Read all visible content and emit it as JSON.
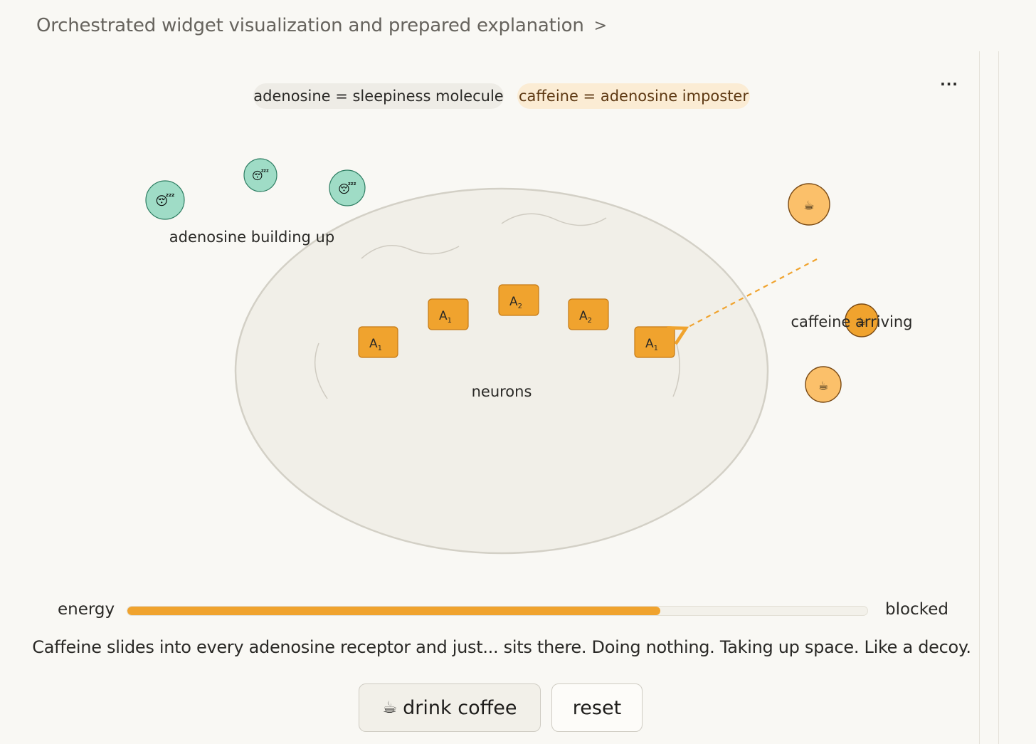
{
  "header": {
    "title": "Orchestrated widget visualization and prepared explanation",
    "chevron": ">"
  },
  "menu": {
    "label": "..."
  },
  "legend": {
    "adenosine": "adenosine = sleepiness molecule",
    "caffeine": "caffeine = adenosine imposter"
  },
  "scene": {
    "adenosine_label": "adenosine building up",
    "caffeine_label": "caffeine arriving",
    "neuron_label": "neurons",
    "receptors": [
      {
        "sub": "1",
        "letter": "A"
      },
      {
        "sub": "1",
        "letter": "A"
      },
      {
        "sub": "2",
        "letter": "A"
      },
      {
        "sub": "2",
        "letter": "A"
      },
      {
        "sub": "1",
        "letter": "A"
      }
    ],
    "adenosine_glyph": "😴",
    "caffeine_glyph": "☕",
    "colors": {
      "adenosine_fill": "#9fdcc6",
      "caffeine_fill": "#fbc06a",
      "receptor_fill": "#f0a32e",
      "cell_fill": "#f1efe8",
      "arrow": "#f0a32e"
    }
  },
  "meter": {
    "left_label": "energy",
    "right_label": "blocked",
    "fill_fraction": 0.72
  },
  "caption": "Caffeine slides into every adenosine receptor and just... sits there. Doing nothing. Taking up space. Like a decoy.",
  "buttons": {
    "drink_icon": "☕",
    "drink": "drink coffee",
    "reset": "reset"
  }
}
